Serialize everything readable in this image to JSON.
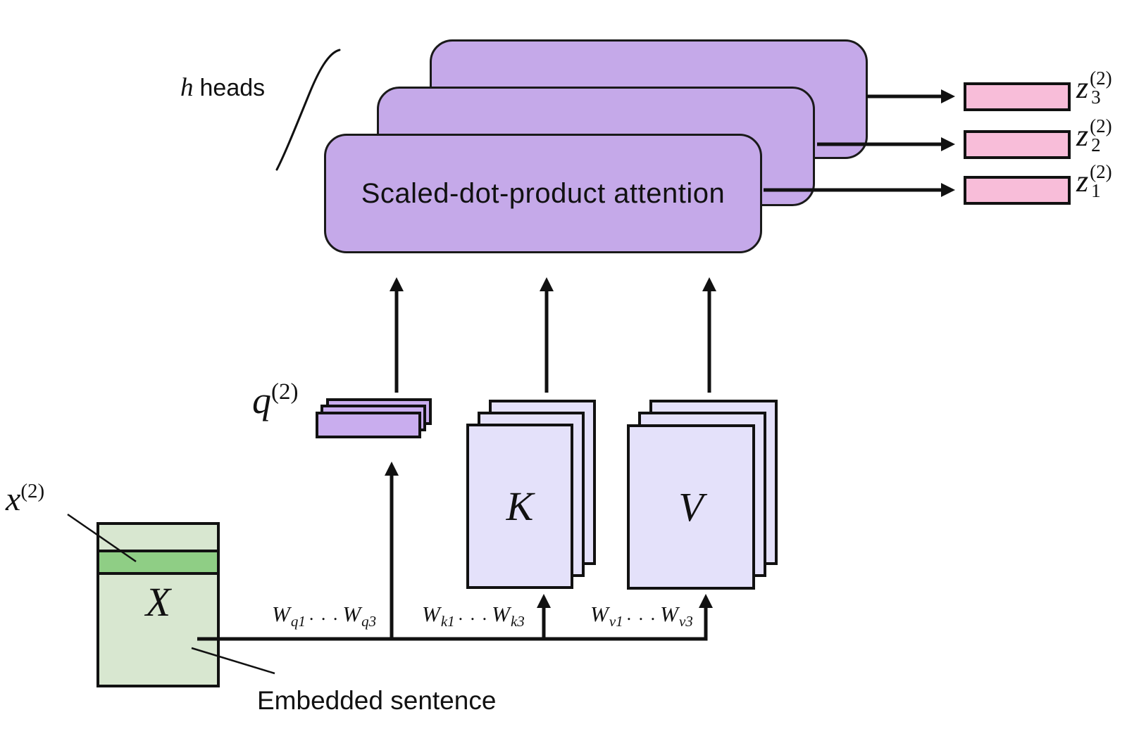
{
  "colors": {
    "purple": "#c5a9e9",
    "q-purple": "#c9adee",
    "lavender": "#e4e1fa",
    "pink": "#f8bdd9",
    "green-light": "#d8e7d0",
    "green-dark": "#8fce85"
  },
  "heads": {
    "var": "h",
    "label": "heads"
  },
  "attention": {
    "label": "Scaled-dot-product attention"
  },
  "outputs": [
    {
      "var": "z",
      "sub": "3",
      "sup": "(2)"
    },
    {
      "var": "z",
      "sub": "2",
      "sup": "(2)"
    },
    {
      "var": "z",
      "sub": "1",
      "sup": "(2)"
    }
  ],
  "query": {
    "var": "q",
    "sup": "(2)"
  },
  "key": {
    "label": "K"
  },
  "value": {
    "label": "V"
  },
  "input": {
    "label": "X",
    "row": {
      "var": "x",
      "sup": "(2)"
    },
    "caption": "Embedded sentence"
  },
  "weights": {
    "q": {
      "var1": "W",
      "sub1": "q1",
      "dots": ". . .",
      "var2": "W",
      "sub2": "q3"
    },
    "k": {
      "var1": "W",
      "sub1": "k1",
      "dots": ". . .",
      "var2": "W",
      "sub2": "k3"
    },
    "v": {
      "var1": "W",
      "sub1": "v1",
      "dots": ". . .",
      "var2": "W",
      "sub2": "v3"
    }
  }
}
